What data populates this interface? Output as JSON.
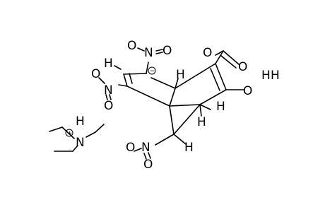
{
  "molecule": {
    "atoms": {
      "o_methoxy": "O",
      "o_carbonyl": "O",
      "o_hydroxy": "O",
      "h_hydroxy": "H",
      "h_extra": "H",
      "h_top_left": "H",
      "n_nitro_top": "N",
      "o_nitro_top_a": "O",
      "o_nitro_top_b": "O",
      "h_bridgehead_top": "H",
      "o_nitro_left_a": "O",
      "n_nitro_left": "N",
      "o_nitro_left_b": "O",
      "h_ch2_right": "H",
      "h_ch2_down": "H",
      "h_bridge": "H",
      "n_nitro_bottom": "N",
      "o_nitro_bottom_a": "O",
      "o_nitro_bottom_b": "O",
      "h_ammonium": "H",
      "n_ammonium": "N"
    },
    "charges": {
      "carbanion": "−",
      "ammonium": "+"
    }
  }
}
